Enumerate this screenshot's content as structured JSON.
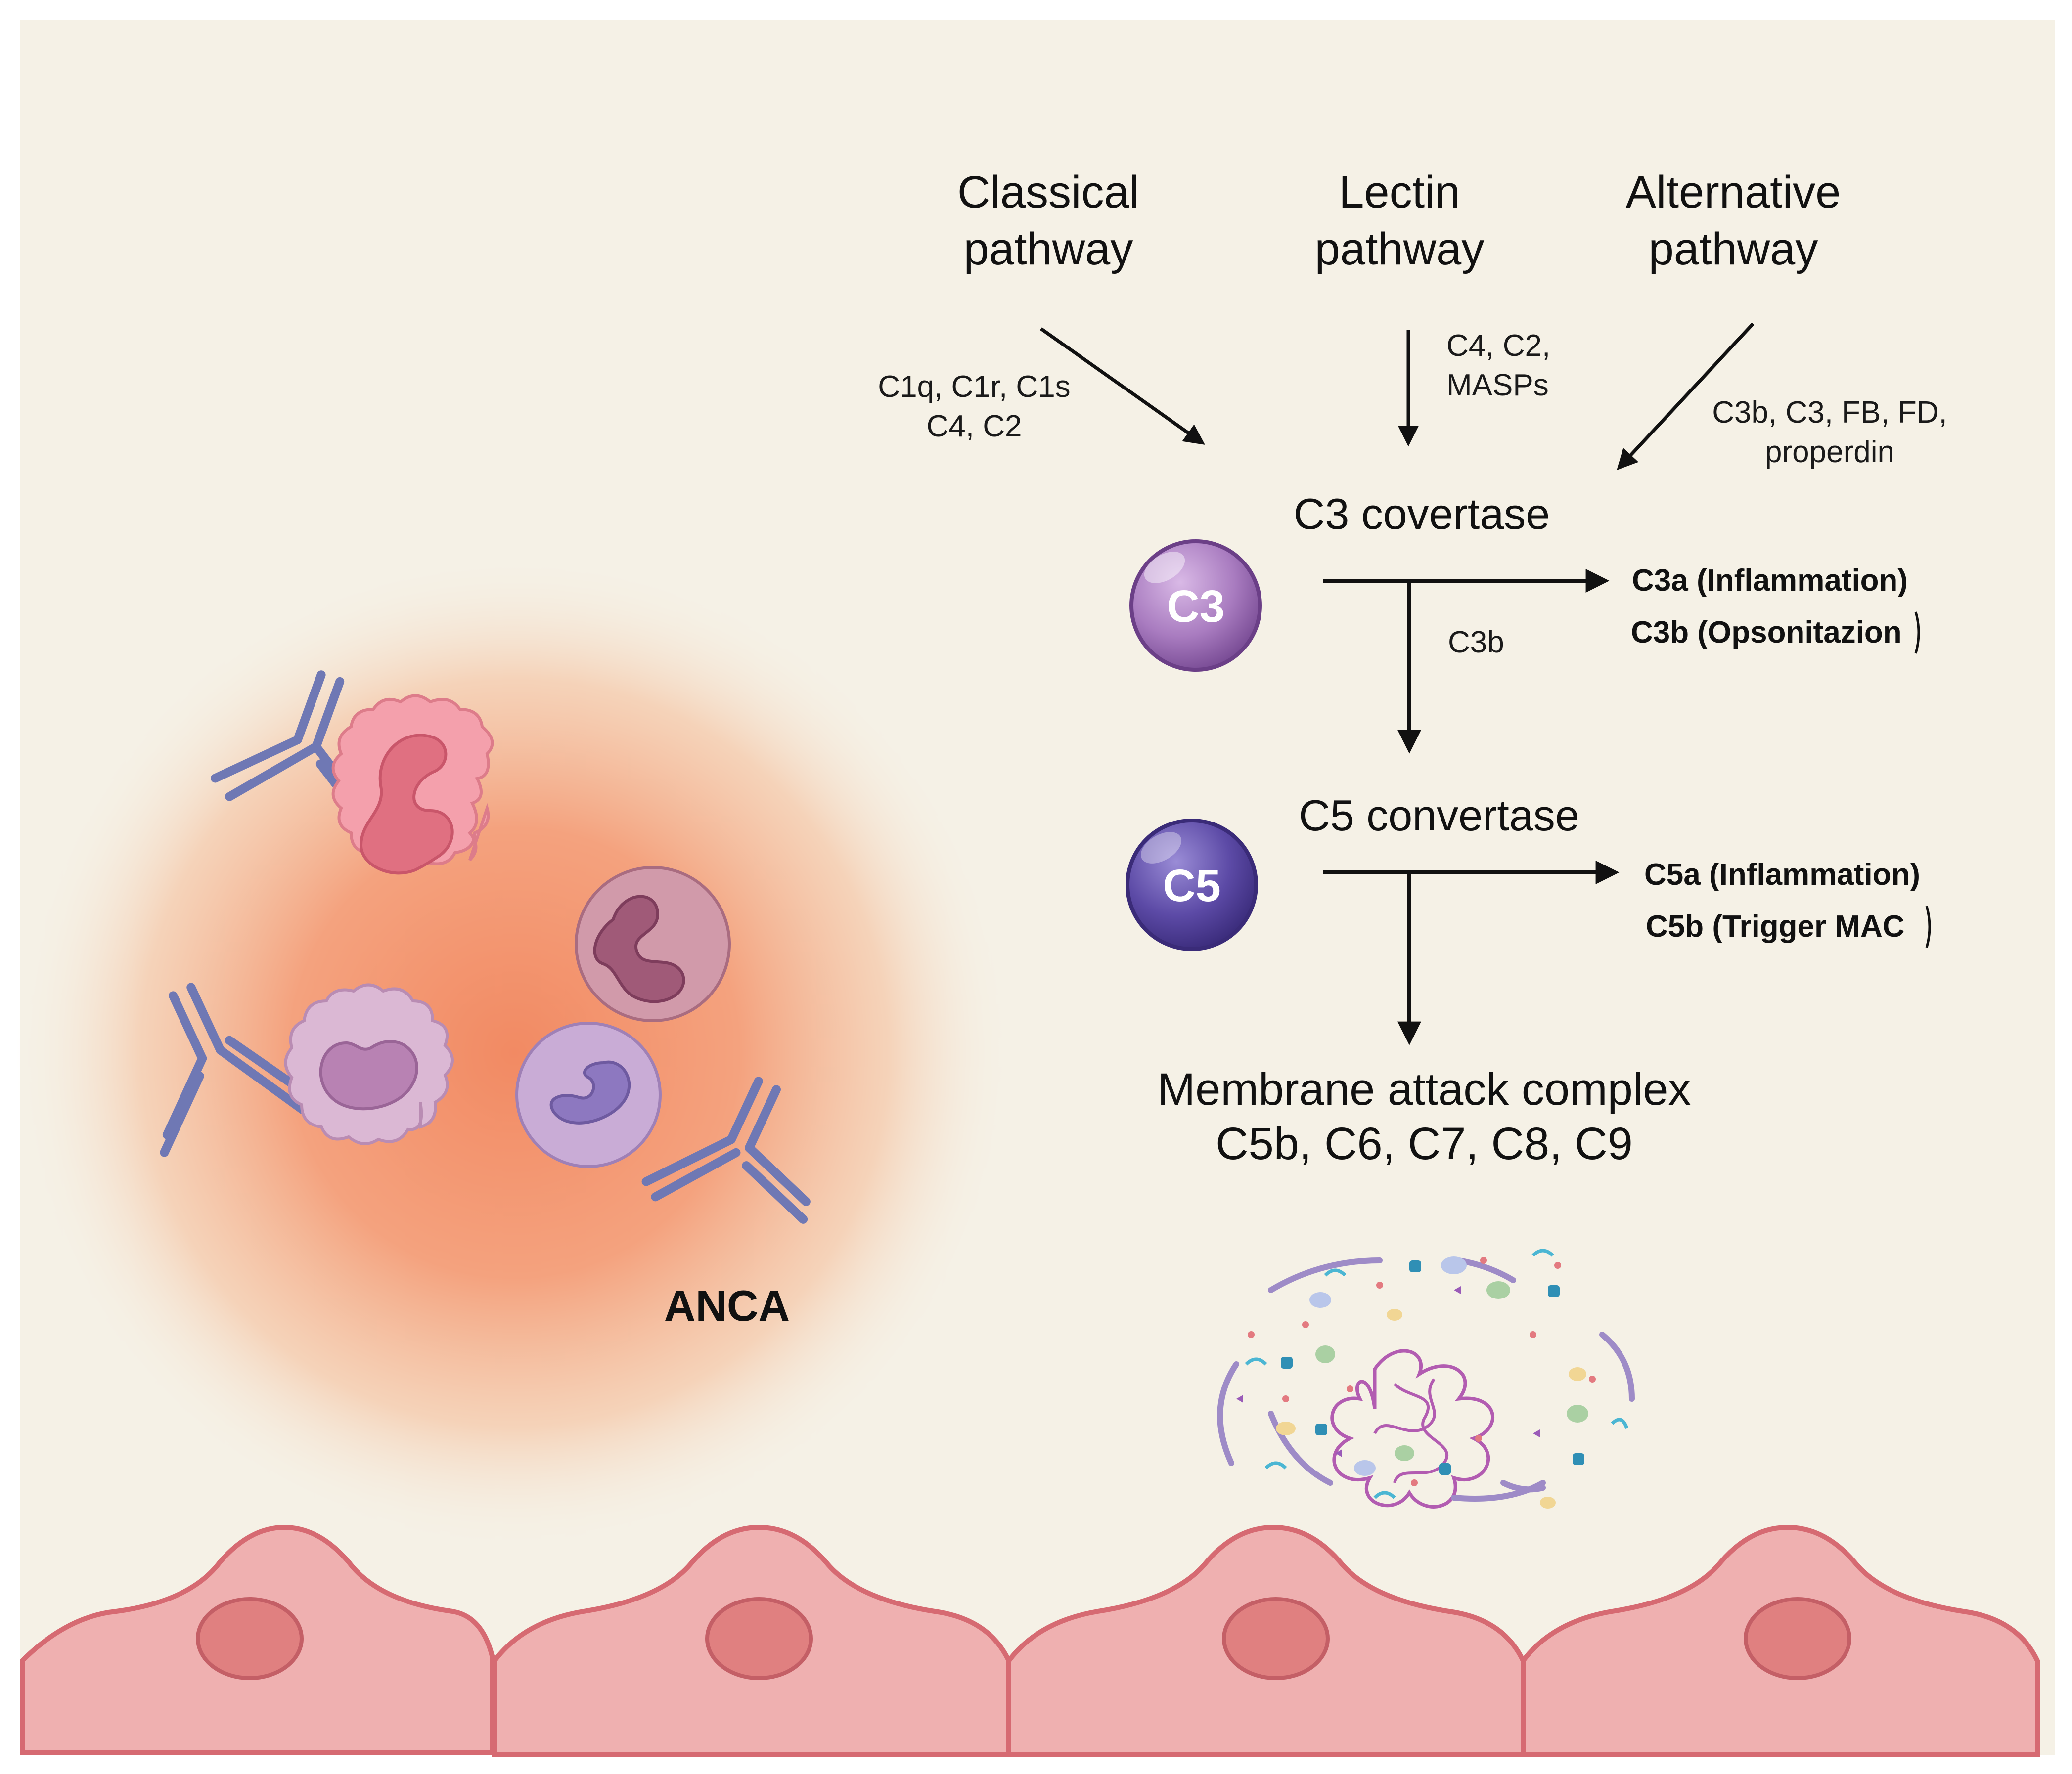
{
  "pathways": {
    "classical": {
      "line1": "Classical",
      "line2": "pathway"
    },
    "lectin": {
      "line1": "Lectin",
      "line2": "pathway"
    },
    "alternative": {
      "line1": "Alternative",
      "line2": "pathway"
    }
  },
  "factors": {
    "classical": {
      "line1": "C1q, C1r, C1s",
      "line2": "C4, C2"
    },
    "lectin": {
      "line1": "C4, C2,",
      "line2": "MASPs"
    },
    "alternative": {
      "line1": "C3b, C3, FB, FD,",
      "line2": "properdin"
    }
  },
  "c3": {
    "title": "C3 covertase",
    "ball_label": "C3",
    "product_a": "C3a (Inflammation)",
    "product_b": "C3b (Opsonitazion",
    "down_label": "C3b",
    "ball_color": "#a97cc0"
  },
  "c5": {
    "title": "C5 convertase",
    "ball_label": "C5",
    "product_a": "C5a (Inflammation)",
    "product_b": "C5b (Trigger MAC",
    "ball_color": "#5c4aa6"
  },
  "mac": {
    "line1": "Membrane attack complex",
    "line2": "C5b, C6, C7, C8, C9"
  },
  "anca_label": "ANCA",
  "colors": {
    "background": "#f5f1e6",
    "glow": "#f39170",
    "endothelium_fill": "#efb0b0",
    "endothelium_stroke": "#d66a72",
    "nucleus": "#e08080",
    "antibody": "#6f78b4"
  }
}
